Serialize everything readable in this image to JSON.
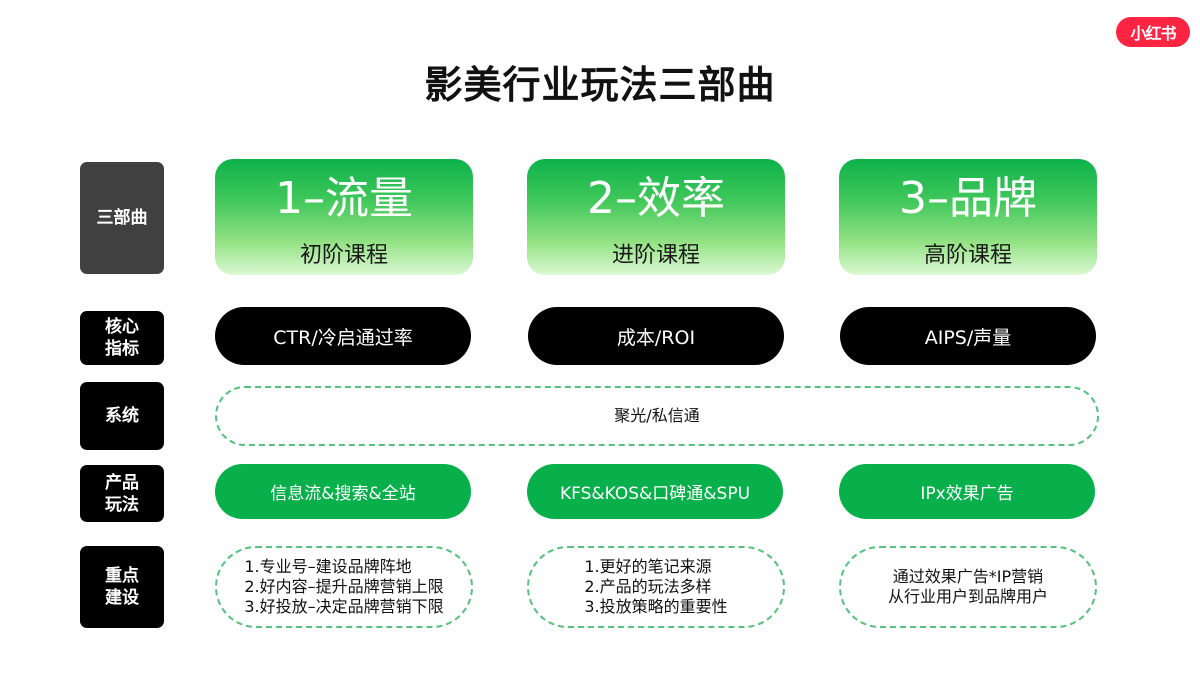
{
  "brand": {
    "logo_text": "小红书",
    "logo_color": "#ff2442"
  },
  "title": "影美行业玩法三部曲",
  "row_labels": {
    "stages": "三部曲",
    "metrics": "核心指标",
    "system": "系统",
    "products": "产品玩法",
    "focus": "重点建设"
  },
  "stages": [
    {
      "title": "1–流量",
      "subtitle": "初阶课程",
      "metric": "CTR/冷启通过率",
      "product": "信息流&搜索&全站",
      "focus": [
        "1.专业号–建设品牌阵地",
        "2.好内容–提升品牌营销上限",
        "3.好投放–决定品牌营销下限"
      ]
    },
    {
      "title": "2–效率",
      "subtitle": "进阶课程",
      "metric": "成本/ROI",
      "product": "KFS&KOS&口碑通&SPU",
      "focus": [
        "1.更好的笔记来源",
        "2.产品的玩法多样",
        "3.投放策略的重要性"
      ]
    },
    {
      "title": "3–品牌",
      "subtitle": "高阶课程",
      "metric": "AIPS/声量",
      "product": "IPx效果广告",
      "focus": [
        "通过效果广告*IP营销",
        "从行业用户到品牌用户"
      ]
    }
  ],
  "system": "聚光/私信通",
  "colors": {
    "green": "#07b04a",
    "dashed": "#54c27c",
    "label_dark": "#404040"
  }
}
